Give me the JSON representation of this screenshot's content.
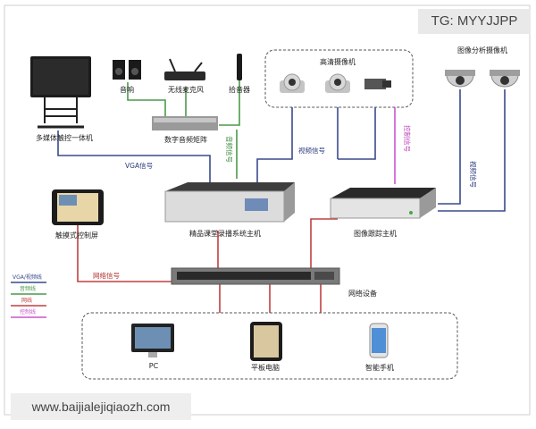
{
  "tag": "TG: MYYJJPP",
  "url": "www.baijialejiqiaozh.com",
  "nodes": {
    "touch_panel": "多媒体触控一体机",
    "speaker": "音响",
    "wireless_mic": "无线麦克风",
    "pickup_mic": "拾音器",
    "audio_matrix": "数字音频矩阵",
    "hd_camera_group": "高清摄像机",
    "analysis_camera": "图像分析摄像机",
    "touch_control": "触摸式控制屏",
    "recorder_host": "精品课堂录播系统主机",
    "tracking_host": "图像跟踪主机",
    "network_switch": "网络设备",
    "pc": "PC",
    "tablet": "平板电脑",
    "phone": "智能手机"
  },
  "signals": {
    "vga": "VGA信号",
    "audio": "音频信号",
    "video": "视频信号",
    "control": "控制信号",
    "video2": "视频信号",
    "network": "网络信号"
  },
  "legend": [
    {
      "label": "VGA/视频线",
      "color": "#3a4a8c"
    },
    {
      "label": "音频线",
      "color": "#4a9a4a"
    },
    {
      "label": "网线",
      "color": "#c04040"
    },
    {
      "label": "控制线",
      "color": "#cc55cc"
    }
  ],
  "colors": {
    "vga_video": "#3a4a8c",
    "audio": "#4a9a4a",
    "network": "#c04040",
    "control": "#cc55cc",
    "audio_text": "#3a8a3a",
    "network_text": "#b03030",
    "control_text": "#bb44bb",
    "vga_text": "#2a3a7c"
  }
}
